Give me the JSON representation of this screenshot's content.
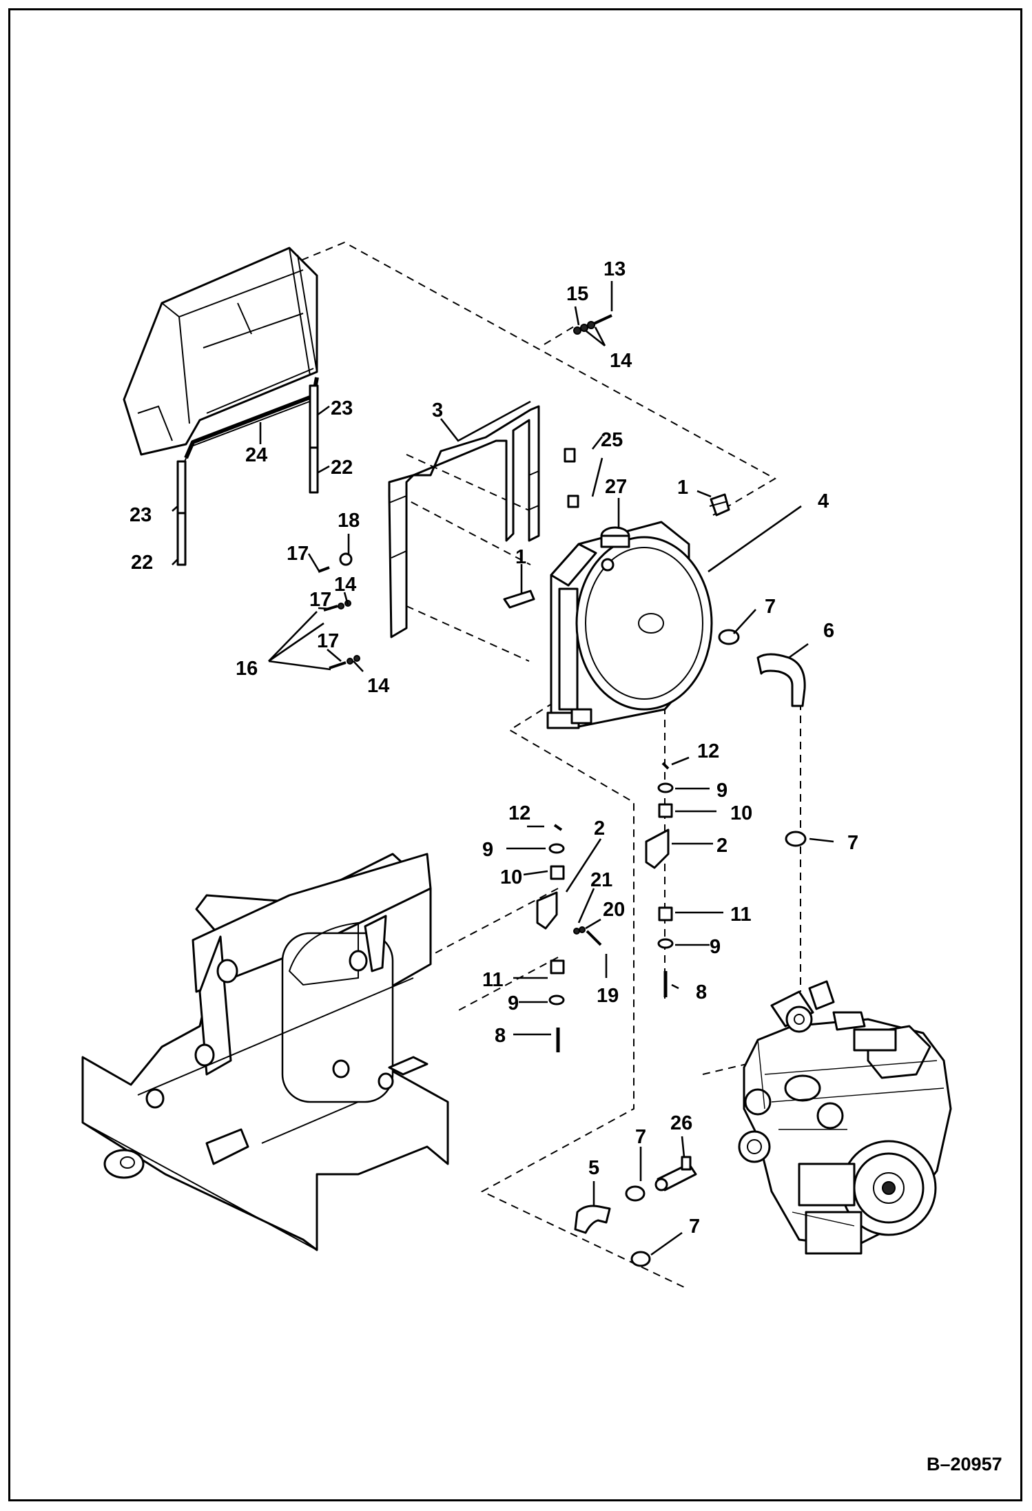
{
  "drawing_code": "B–20957",
  "callouts": [
    {
      "id": "13",
      "text": "13"
    },
    {
      "id": "15",
      "text": "15"
    },
    {
      "id": "14a",
      "text": "14"
    },
    {
      "id": "3",
      "text": "3"
    },
    {
      "id": "23a",
      "text": "23"
    },
    {
      "id": "25",
      "text": "25"
    },
    {
      "id": "24",
      "text": "24"
    },
    {
      "id": "22a",
      "text": "22"
    },
    {
      "id": "1a",
      "text": "1"
    },
    {
      "id": "27",
      "text": "27"
    },
    {
      "id": "4",
      "text": "4"
    },
    {
      "id": "23b",
      "text": "23"
    },
    {
      "id": "18",
      "text": "18"
    },
    {
      "id": "17a",
      "text": "17"
    },
    {
      "id": "22b",
      "text": "22"
    },
    {
      "id": "1b",
      "text": "1"
    },
    {
      "id": "14b",
      "text": "14"
    },
    {
      "id": "17b",
      "text": "17"
    },
    {
      "id": "7a",
      "text": "7"
    },
    {
      "id": "6",
      "text": "6"
    },
    {
      "id": "16",
      "text": "16"
    },
    {
      "id": "17c",
      "text": "17"
    },
    {
      "id": "14c",
      "text": "14"
    },
    {
      "id": "12a",
      "text": "12"
    },
    {
      "id": "9a",
      "text": "9"
    },
    {
      "id": "10a",
      "text": "10"
    },
    {
      "id": "12b",
      "text": "12"
    },
    {
      "id": "2a",
      "text": "2"
    },
    {
      "id": "2b",
      "text": "2"
    },
    {
      "id": "7b",
      "text": "7"
    },
    {
      "id": "9b",
      "text": "9"
    },
    {
      "id": "10b",
      "text": "10"
    },
    {
      "id": "21",
      "text": "21"
    },
    {
      "id": "20",
      "text": "20"
    },
    {
      "id": "11a",
      "text": "11"
    },
    {
      "id": "9c",
      "text": "9"
    },
    {
      "id": "11b",
      "text": "11"
    },
    {
      "id": "19",
      "text": "19"
    },
    {
      "id": "8a",
      "text": "8"
    },
    {
      "id": "9d",
      "text": "9"
    },
    {
      "id": "8b",
      "text": "8"
    },
    {
      "id": "7c",
      "text": "7"
    },
    {
      "id": "26",
      "text": "26"
    },
    {
      "id": "5",
      "text": "5"
    },
    {
      "id": "7d",
      "text": "7"
    }
  ]
}
